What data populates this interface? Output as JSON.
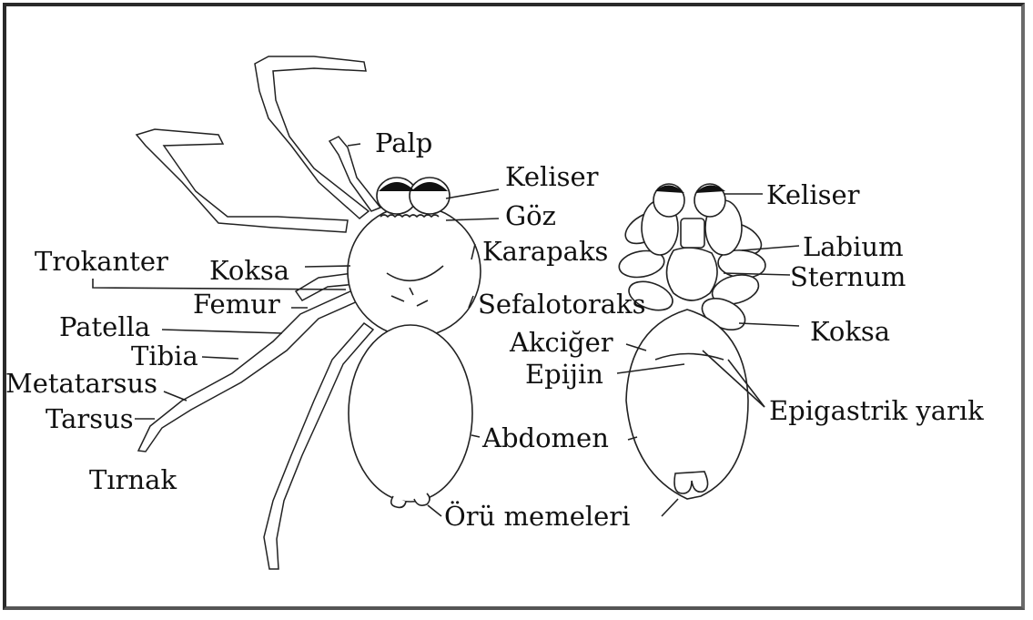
{
  "labels": {
    "palp": "Palp",
    "keliser_left": "Keliser",
    "goz": "Göz",
    "karapaks": "Karapaks",
    "sefalotoraks": "Sefalotoraks",
    "trokanter": "Trokanter",
    "koksa_left": "Koksa",
    "femur": "Femur",
    "patella": "Patella",
    "tibia": "Tibia",
    "metatarsus": "Metatarsus",
    "tarsus": "Tarsus",
    "tirnak": "Tırnak",
    "abdomen": "Abdomen",
    "oru_memeleri": "Örü memeleri",
    "keliser_right": "Keliser",
    "labium": "Labium",
    "sternum": "Sternum",
    "koksa_right": "Koksa",
    "akciger": "Akciğer",
    "epijin": "Epijin",
    "epigastrik": "Epigastrik yarık"
  }
}
